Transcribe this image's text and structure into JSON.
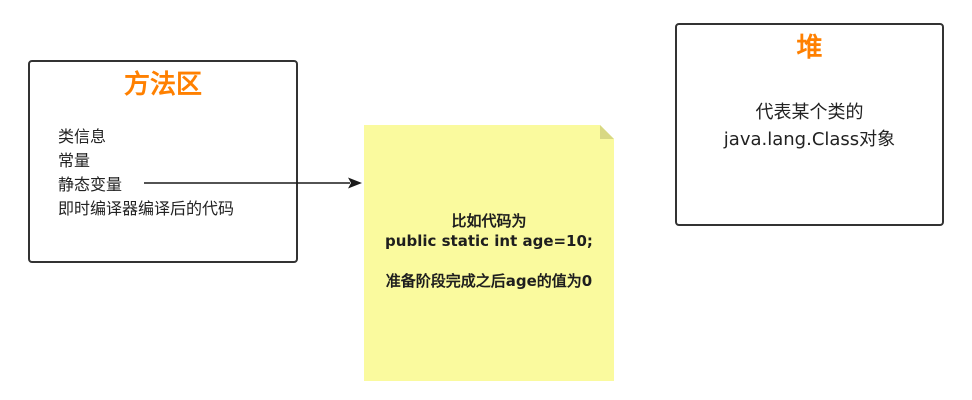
{
  "method_area": {
    "title": "方法区",
    "items": [
      "类信息",
      "常量",
      "静态变量",
      "即时编译器编译后的代码"
    ]
  },
  "heap": {
    "title": "堆",
    "desc_line1": "代表某个类的",
    "desc_line2": "java.lang.Class对象"
  },
  "note": {
    "line1": "比如代码为",
    "line2": "public static int age=10;",
    "line3": "准备阶段完成之后age的值为0"
  },
  "colors": {
    "title_orange": "#ff8000",
    "note_fill": "#fafa9e",
    "note_fold": "#d8d883",
    "border": "#333333",
    "arrow": "#1a1a1a"
  }
}
